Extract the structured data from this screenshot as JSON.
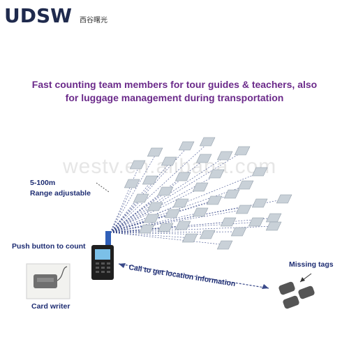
{
  "logo": {
    "text": "UDSW",
    "subtitle": "西谷曙光"
  },
  "title": {
    "line1": "Fast counting team members for tour guides & teachers, also",
    "line2": "for luggage management during transportation"
  },
  "watermark": "westv.en.alibaba.com",
  "labels": {
    "range": "5-100m",
    "range_note": "Range adjustable",
    "push_button": "Push button to count",
    "card_writer": "Card writer",
    "call": "Call to get location information",
    "missing": "Missing tags"
  },
  "colors": {
    "title": "#6b2a8a",
    "labels": "#1d2c72",
    "tags": "#c9d1d8",
    "arrows": "#3a4a8a"
  }
}
